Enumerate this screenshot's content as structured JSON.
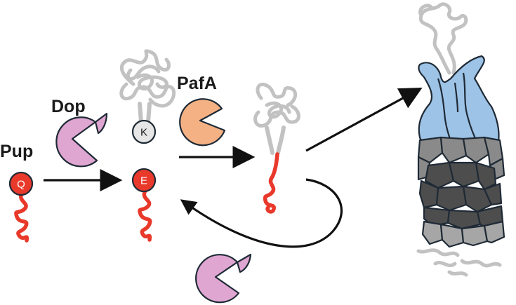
{
  "labels": {
    "pup": "Pup",
    "dop": "Dop",
    "pafa": "PafA",
    "glutamine": "Q",
    "lysine": "K",
    "glutamate": "E"
  },
  "colors": {
    "pup_tail": "#e8392b",
    "dop_enzyme": "#e0a6d2",
    "pafa_enzyme": "#f4b183",
    "substrate_protein": "#c2c2c2",
    "proteasome_atpase": "#9dc3e6",
    "proteasome_core_outer": "#8a8a8a",
    "proteasome_core_inner": "#4d4d4d",
    "proteasome_base": "#a6a6a6",
    "outline": "#1f2a36",
    "arrow": "#111111"
  },
  "icons": {
    "dop": "pacman-enzyme-icon",
    "pafa": "pacman-enzyme-icon",
    "proteasome": "proteasome-icon"
  }
}
